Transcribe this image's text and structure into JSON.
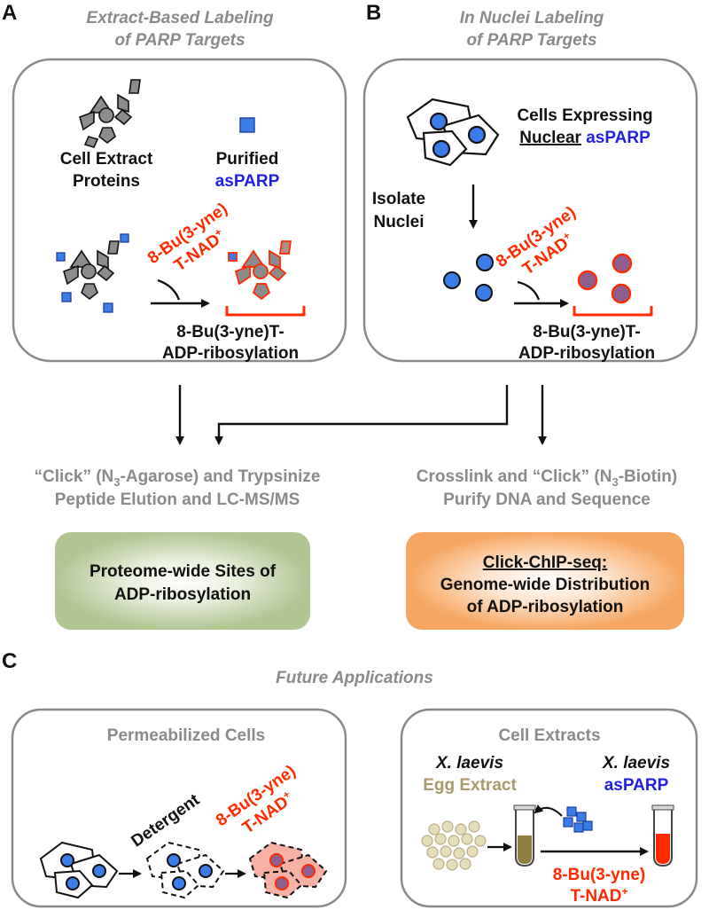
{
  "panels": {
    "A": {
      "letter": "A",
      "title_l1": "Extract-Based Labeling",
      "title_l2": "of PARP Targets",
      "cell_extract_l1": "Cell Extract",
      "cell_extract_l2": "Proteins",
      "purified_l1": "Purified",
      "purified_l2": "asPARP",
      "reagent_l1": "8-Bu(3-yne)",
      "reagent_l2": "T-NAD",
      "reagent_sup": "+",
      "product_l1": "8-Bu(3-yne)T-",
      "product_l2": "ADP-ribosylation"
    },
    "B": {
      "letter": "B",
      "title_l1": "In Nuclei Labeling",
      "title_l2": "of PARP Targets",
      "cells_l1": "Cells Expressing",
      "cells_l2a": "Nuclear",
      "cells_l2b": "asPARP",
      "isolate_l1": "Isolate",
      "isolate_l2": "Nuclei",
      "reagent_l1": "8-Bu(3-yne)",
      "reagent_l2": "T-NAD",
      "reagent_sup": "+",
      "product_l1": "8-Bu(3-yne)T-",
      "product_l2": "ADP-ribosylation"
    },
    "C": {
      "letter": "C",
      "title": "Future Applications",
      "perm_title": "Permeabilized Cells",
      "detergent": "Detergent",
      "reagent_l1": "8-Bu(3-yne)",
      "reagent_l2": "T-NAD",
      "reagent_sup": "+",
      "extracts_title": "Cell Extracts",
      "xl1_l1": "X. laevis",
      "xl1_l2": "Egg Extract",
      "xl2_l1": "X. laevis",
      "xl2_l2": "asPARP",
      "reagent2_l1": "8-Bu(3-yne)",
      "reagent2_l2": "T-NAD",
      "reagent2_sup": "+"
    }
  },
  "workflows": {
    "left_l1_a": "“Click” (N",
    "left_l1_sub": "3",
    "left_l1_b": "-Agarose) and Trypsinize",
    "left_l2": "Peptide Elution and LC-MS/MS",
    "right_l1_a": "Crosslink and “Click” (N",
    "right_l1_sub": "3",
    "right_l1_b": "-Biotin)",
    "right_l2": "Purify DNA and Sequence"
  },
  "results": {
    "left_l1": "Proteome-wide Sites of",
    "left_l2": "ADP-ribosylation",
    "right_l1": "Click-ChIP-seq:",
    "right_l2": "Genome-wide Distribution",
    "right_l3": "of ADP-ribosylation"
  },
  "colors": {
    "blue": "#3b7de8",
    "red": "#ff2a00",
    "gray": "#8a8a8a",
    "green_glow": "#a9bf86",
    "orange_glow": "#f5a25a",
    "egg": "#e4ddb8",
    "olive_text": "#a89a6a"
  }
}
